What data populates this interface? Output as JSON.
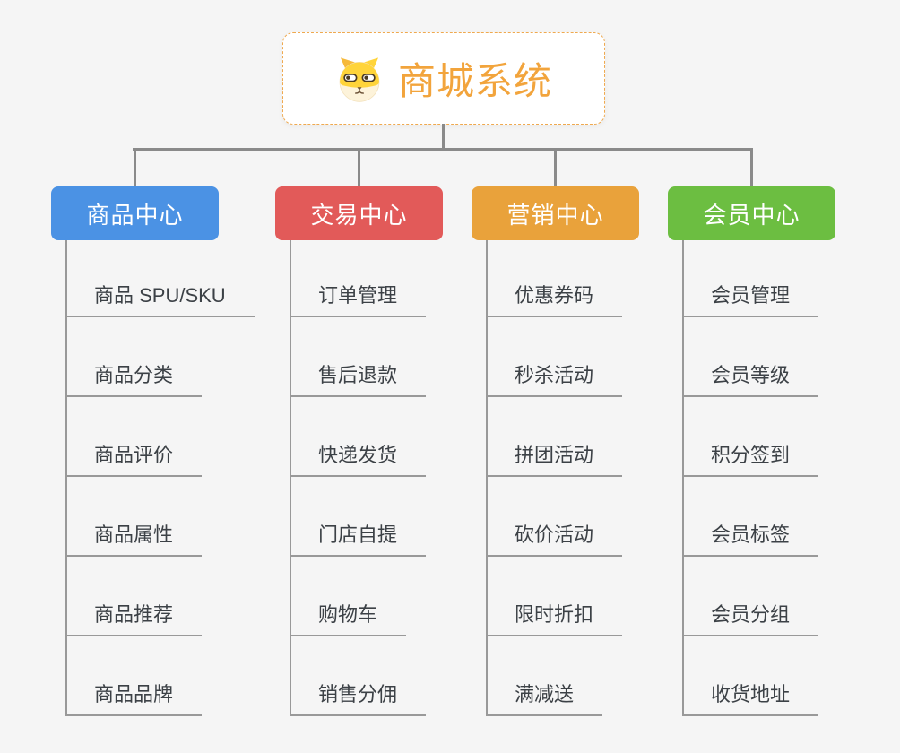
{
  "root": {
    "title": "商城系统",
    "icon": "dog-face-icon",
    "text_color": "#f2a43c",
    "border_color": "#efa94f"
  },
  "connector_color": "#8a8a8a",
  "underline_color": "#999999",
  "background_color": "#f5f5f5",
  "branches": [
    {
      "label": "商品中心",
      "color": "#4b92e4",
      "children": [
        "商品 SPU/SKU",
        "商品分类",
        "商品评价",
        "商品属性",
        "商品推荐",
        "商品品牌"
      ]
    },
    {
      "label": "交易中心",
      "color": "#e25a59",
      "children": [
        "订单管理",
        "售后退款",
        "快递发货",
        "门店自提",
        "购物车",
        "销售分佣"
      ]
    },
    {
      "label": "营销中心",
      "color": "#e9a23b",
      "children": [
        "优惠券码",
        "秒杀活动",
        "拼团活动",
        "砍价活动",
        "限时折扣",
        "满减送"
      ]
    },
    {
      "label": "会员中心",
      "color": "#6cbe41",
      "children": [
        "会员管理",
        "会员等级",
        "积分签到",
        "会员标签",
        "会员分组",
        "收货地址"
      ]
    }
  ]
}
